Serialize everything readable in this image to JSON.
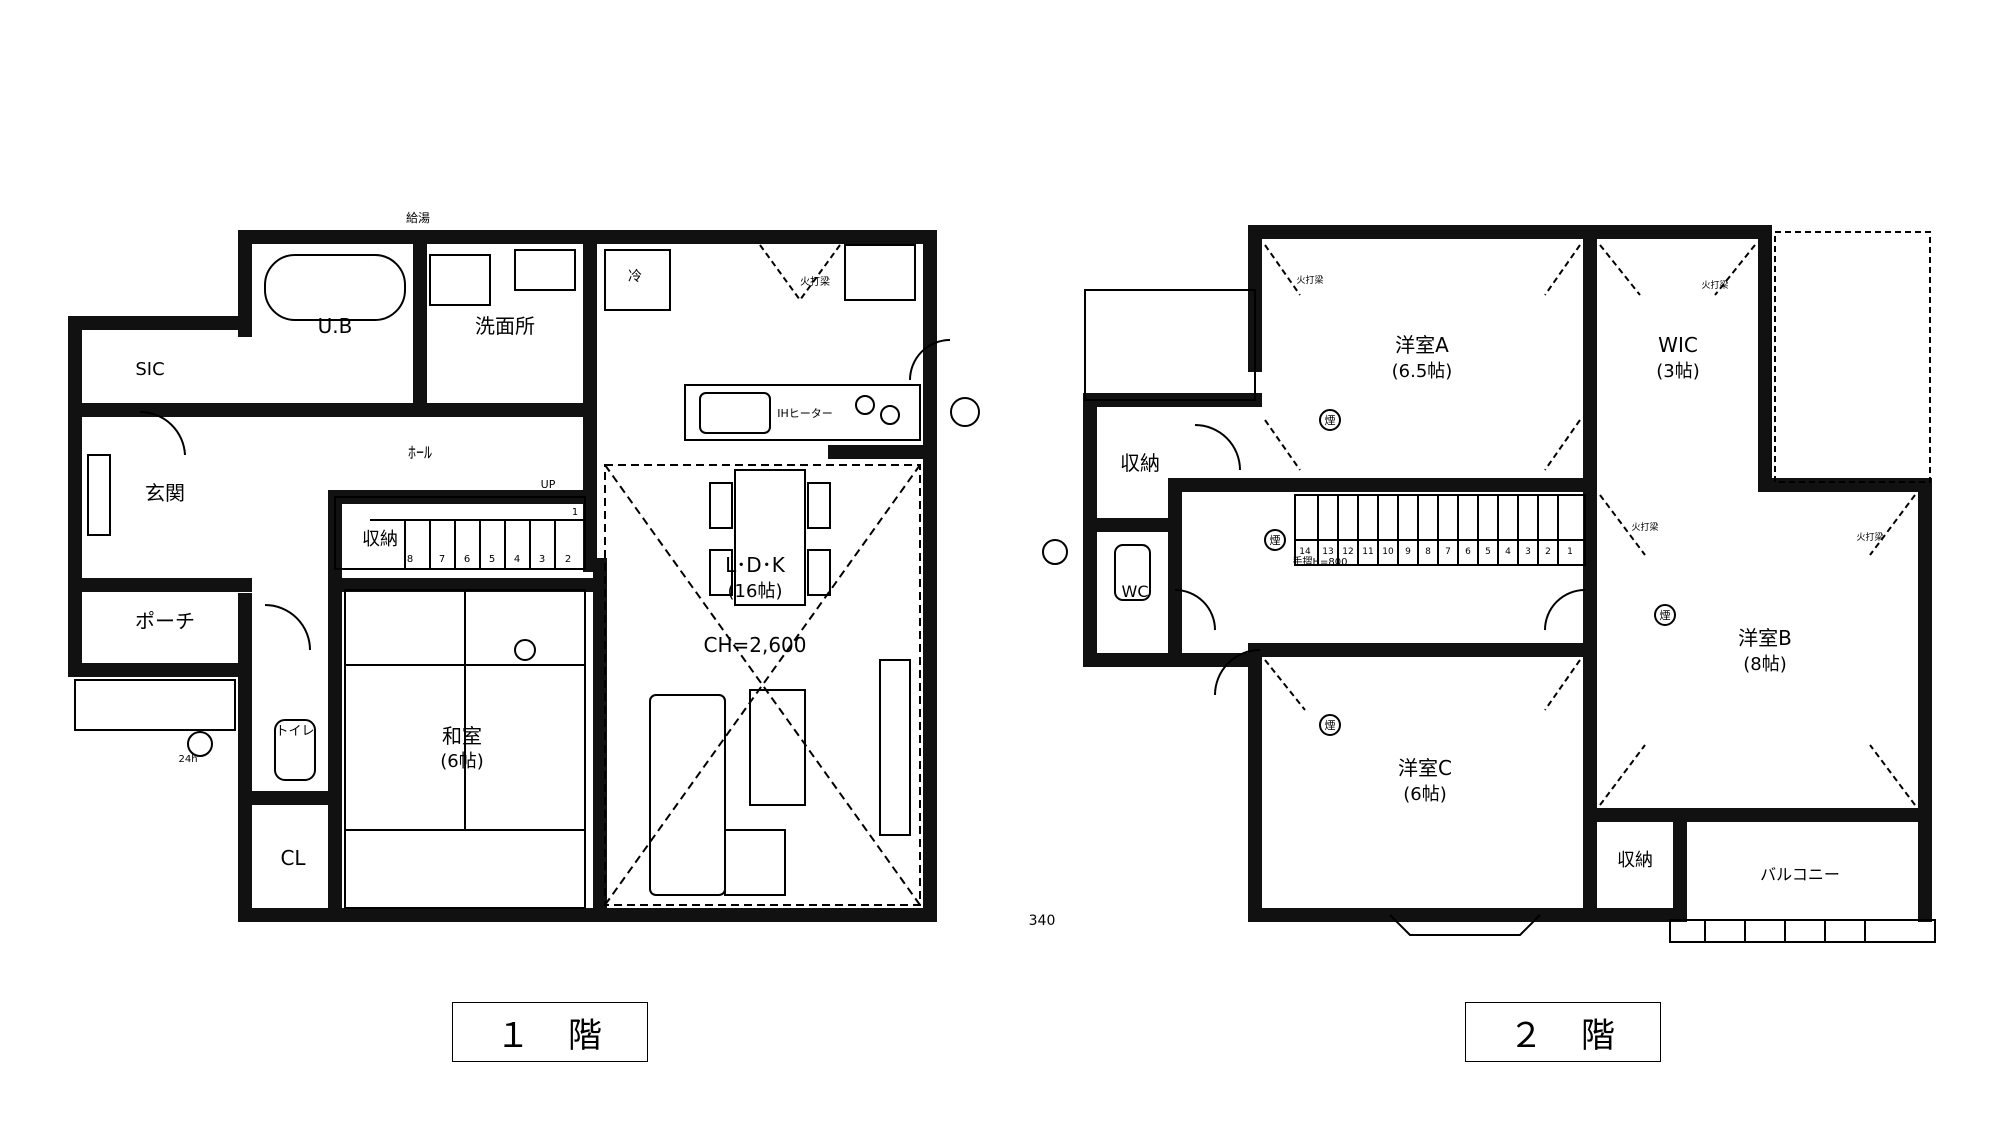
{
  "floor1": {
    "label": "１　階",
    "rooms": {
      "ub": "U.B",
      "senmenjo": "洗面所",
      "sic": "SIC",
      "hall": "ﾎｰﾙ",
      "genkan": "玄関",
      "porch": "ポーチ",
      "shuno": "収納",
      "toilet": "トイレ",
      "cl": "CL",
      "washitsu_name": "和室",
      "washitsu_size": "(6帖)",
      "ldk_name": "L･D･K",
      "ldk_size": "(16帖)",
      "ceiling": "CH=2,600"
    },
    "notes": {
      "kyuto": "給湯",
      "rei": "冷",
      "ih": "IHヒーター",
      "up": "UP",
      "h24": "24h",
      "kebutsu": "火打梁"
    },
    "stair_numbers": [
      "8",
      "7",
      "6",
      "5",
      "4",
      "3",
      "2",
      "1"
    ]
  },
  "floor2": {
    "label": "２　階",
    "rooms": {
      "yoA_name": "洋室A",
      "yoA_size": "(6.5帖)",
      "wic_name": "WIC",
      "wic_size": "(3帖)",
      "shuno": "収納",
      "wc": "WC",
      "yoB_name": "洋室B",
      "yoB_size": "(8帖)",
      "yoC_name": "洋室C",
      "yoC_size": "(6帖)",
      "shuno2": "収納",
      "balcony": "バルコニー"
    },
    "notes": {
      "tesuri": "手摺H=800",
      "dim": "340",
      "kebutsu": "火打梁",
      "smoke": "煙"
    },
    "stair_numbers": [
      "14",
      "13",
      "12",
      "11",
      "10",
      "9",
      "8",
      "7",
      "6",
      "5",
      "4",
      "3",
      "2",
      "1"
    ]
  }
}
